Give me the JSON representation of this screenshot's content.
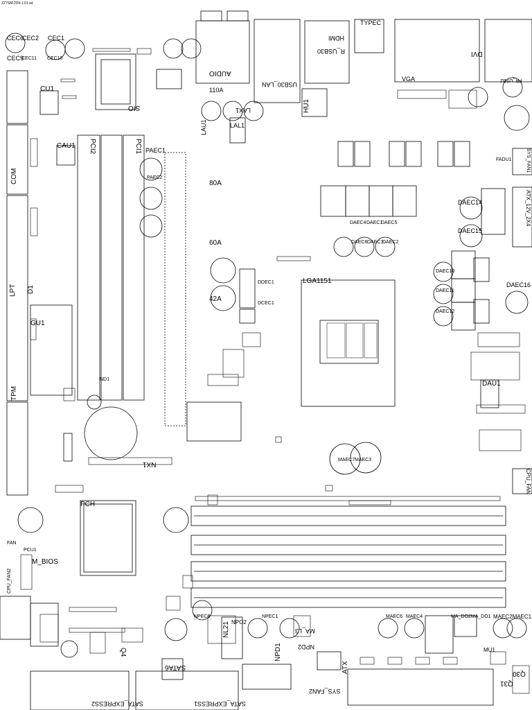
{
  "header_text": "ZZ7SM-2D9-1.01.sd",
  "labels": {
    "cec6": "CEC6",
    "cec2": "CEC2",
    "cec1": "CEC1",
    "cec9": "CEC9",
    "cec11": "CEC11",
    "cec10": "CEC10",
    "cu1": "CU1",
    "com": "COM",
    "cau1": "CAU1",
    "pci2": "PCI2",
    "pci1": "PCI1",
    "sio": "SIO",
    "paec1": "PAEC1",
    "paec2": "PAEC2",
    "lpt": "LPT",
    "d1": "D1",
    "gu1": "GU1",
    "tpm": "TPM",
    "nd1": "ND1",
    "nx1": "NX1",
    "pch": "PCH",
    "m_bios": "M_BIOS",
    "spk_fan": "CPU_FAN2",
    "audio": "AUDIO",
    "110a": "110A",
    "lax1": "LAX1",
    "lal1": "LAL1",
    "lau1": "LAU1",
    "usb30_lan": "USB30_LAN",
    "hu1": "HU1",
    "hdmi": "HDMI",
    "r_usb30": "R_USB30",
    "typec": "TYPEC",
    "vga": "VGA",
    "dvi": "DVI",
    "fr_usb2": "FR_USB2",
    "80a": "80A",
    "60a": "60A",
    "42a": "42A",
    "ddec1": "DDEC1",
    "dcec1": "DCEC1",
    "lga": "LGA1151",
    "daec4": "DAEC4",
    "daec1": "DAEC1",
    "daec5": "DAEC5",
    "daec6": "DAEC6",
    "daec3": "DAEC3",
    "daec2": "DAEC2",
    "daec14": "DAEC14",
    "daec15": "DAEC15",
    "daec10": "DAEC10",
    "daec11": "DAEC11",
    "daec12": "DAEC12",
    "daec16": "DAEC16",
    "dau1": "DAU1",
    "sys_fan1": "SYS_FAN1",
    "atx12v": "ATX_12V_2X4",
    "cpu_fan": "CPU_FAN",
    "fadu1": "FADU1",
    "maec7": "MAEC7",
    "maec3": "MAEC3",
    "npec2": "NPEC2",
    "npo2": "NPO2",
    "npec1": "NPEC1",
    "npd1": "NPD1",
    "npd2": "NPD2",
    "ma_l3": "MA_L3",
    "maec6": "MAEC6",
    "maec4": "MAEC4",
    "ma_do2": "MA_DO2MA_DO1",
    "maec2": "MAEC2MAEC1",
    "q30": "Q30",
    "q31": "Q31",
    "atx": "ATX",
    "sys_fan2": "SYS_FAN2",
    "sata_exp1": "SATA_EXPRESS1",
    "sata_exp2": "SATA_EXPRESS2",
    "sata6": "SATA6",
    "q4": "Q4",
    "l21": "NL21",
    "fan": "FAN",
    "pcu1": "PCU1",
    "mu1": "MU1"
  }
}
